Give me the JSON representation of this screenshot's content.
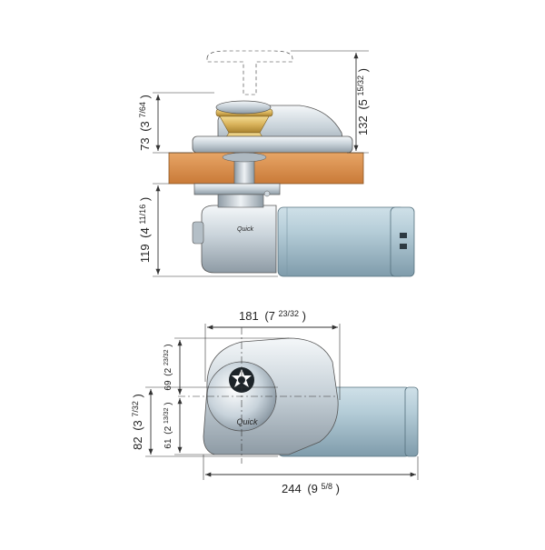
{
  "side_view": {
    "dim_total_height": {
      "main": "132",
      "paren_open": "(5 ",
      "frac": "15/32",
      "paren_close": ")"
    },
    "dim_above_deck": {
      "main": "73",
      "paren_open": "(3 ",
      "frac": "7/64",
      "paren_close": ")"
    },
    "dim_below_deck": {
      "main": "119",
      "paren_open": "(4 ",
      "frac": "11/16",
      "paren_close": ")"
    }
  },
  "top_view": {
    "dim_width": {
      "main": "181",
      "paren_open": "(7 ",
      "frac": "23/32",
      "paren_close": ")"
    },
    "dim_upper_offset": {
      "main": "69",
      "paren_open": "(2 ",
      "frac": "23/32",
      "paren_close": ")"
    },
    "dim_lower_offset": {
      "main": "61",
      "paren_open": "(2 ",
      "frac": "13/32",
      "paren_close": ")"
    },
    "dim_depth": {
      "main": "82",
      "paren_open": "(3 ",
      "frac": "7/32",
      "paren_close": ")"
    },
    "dim_length": {
      "main": "244",
      "paren_open": "(9 ",
      "frac": "5/8",
      "paren_close": ")"
    }
  },
  "brand_logo": "Quick",
  "colors": {
    "chrome": "#cfd8df",
    "motor_blue": "#a9c3cf",
    "deck_wood": "#d98e4c",
    "gypsy_gold": "#d8b25a"
  }
}
